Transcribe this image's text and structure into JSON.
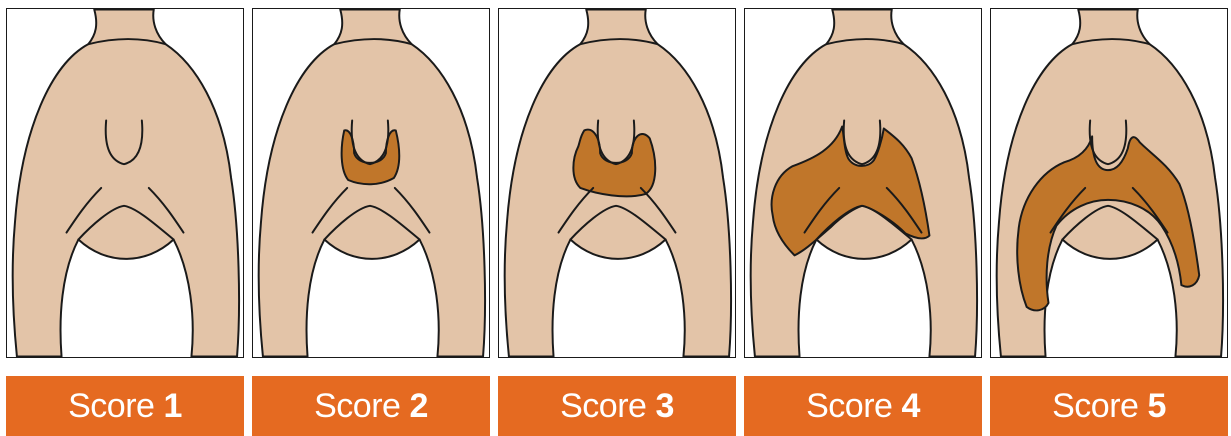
{
  "colors": {
    "skin": "#e3c4a8",
    "soil": "#c0762a",
    "outline": "#1a1a1a",
    "label_bg": "#e56a21",
    "label_text": "#ffffff"
  },
  "scores": [
    {
      "word": "Score",
      "number": "1",
      "soiling_level": 1
    },
    {
      "word": "Score",
      "number": "2",
      "soiling_level": 2
    },
    {
      "word": "Score",
      "number": "3",
      "soiling_level": 3
    },
    {
      "word": "Score",
      "number": "4",
      "soiling_level": 4
    },
    {
      "word": "Score",
      "number": "5",
      "soiling_level": 5
    }
  ]
}
